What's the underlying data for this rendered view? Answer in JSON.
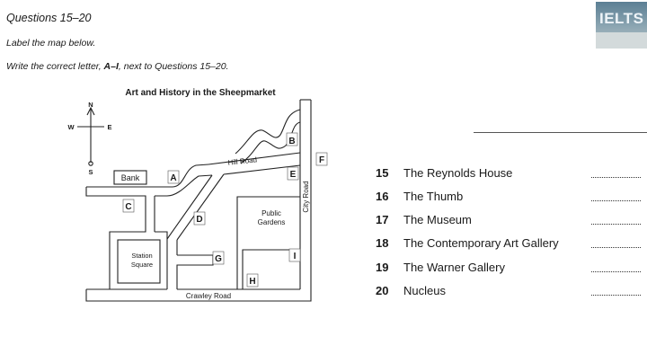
{
  "header": {
    "heading": "Questions 15–20",
    "instruction1": "Label the map below.",
    "instruction2_prefix": "Write the correct letter, ",
    "instruction2_bold": "A–I",
    "instruction2_suffix": ", next to Questions 15–20."
  },
  "logo": {
    "text": "IELTS"
  },
  "map": {
    "title": "Art and History in the Sheepmarket",
    "compass": {
      "n": "N",
      "s": "S",
      "e": "E",
      "w": "W"
    },
    "roads": {
      "hill_road": "Hill Road",
      "city_road": "City Road",
      "crawley_road": "Crawley Road"
    },
    "places": {
      "bank": "Bank",
      "station_square_line1": "Station",
      "station_square_line2": "Square",
      "public_gardens_line1": "Public",
      "public_gardens_line2": "Gardens"
    },
    "letters": {
      "a": "A",
      "b": "B",
      "c": "C",
      "d": "D",
      "e": "E",
      "f": "F",
      "g": "G",
      "h": "H",
      "i": "I"
    }
  },
  "questions": [
    {
      "number": "15",
      "label": "The Reynolds House"
    },
    {
      "number": "16",
      "label": "The Thumb"
    },
    {
      "number": "17",
      "label": "The Museum"
    },
    {
      "number": "18",
      "label": "The Contemporary Art Gallery"
    },
    {
      "number": "19",
      "label": "The Warner Gallery"
    },
    {
      "number": "20",
      "label": "Nucleus"
    }
  ]
}
